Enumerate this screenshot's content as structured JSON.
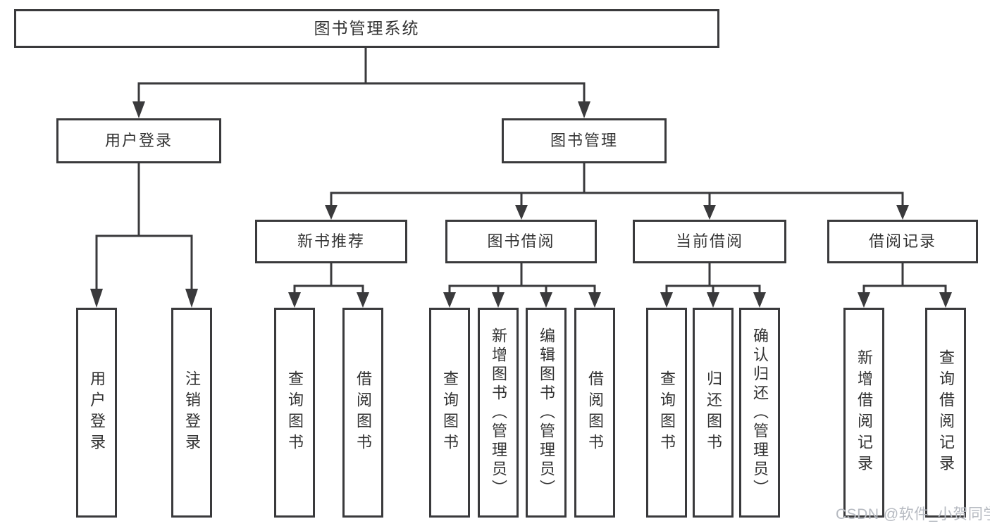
{
  "colors": {
    "line": "#3a3a3c",
    "text": "#333333",
    "watermark": "#b6bac1",
    "background": "#ffffff"
  },
  "watermark": "CSDN @软件_小贺同学",
  "diagram": {
    "root": {
      "label": "图书管理系统"
    },
    "branches": [
      {
        "label": "用户登录",
        "children": [
          {
            "label": "用户登录"
          },
          {
            "label": "注销登录"
          }
        ]
      },
      {
        "label": "图书管理",
        "children": [
          {
            "label": "新书推荐",
            "children": [
              {
                "label": "查询图书"
              },
              {
                "label": "借阅图书"
              }
            ]
          },
          {
            "label": "图书借阅",
            "children": [
              {
                "label": "查询图书"
              },
              {
                "label": "新增图书（管理员）"
              },
              {
                "label": "编辑图书（管理员）"
              },
              {
                "label": "借阅图书"
              }
            ]
          },
          {
            "label": "当前借阅",
            "children": [
              {
                "label": "查询图书"
              },
              {
                "label": "归还图书"
              },
              {
                "label": "确认归还（管理员）"
              }
            ]
          },
          {
            "label": "借阅记录",
            "children": [
              {
                "label": "新增借阅记录"
              },
              {
                "label": "查询借阅记录"
              }
            ]
          }
        ]
      }
    ]
  }
}
